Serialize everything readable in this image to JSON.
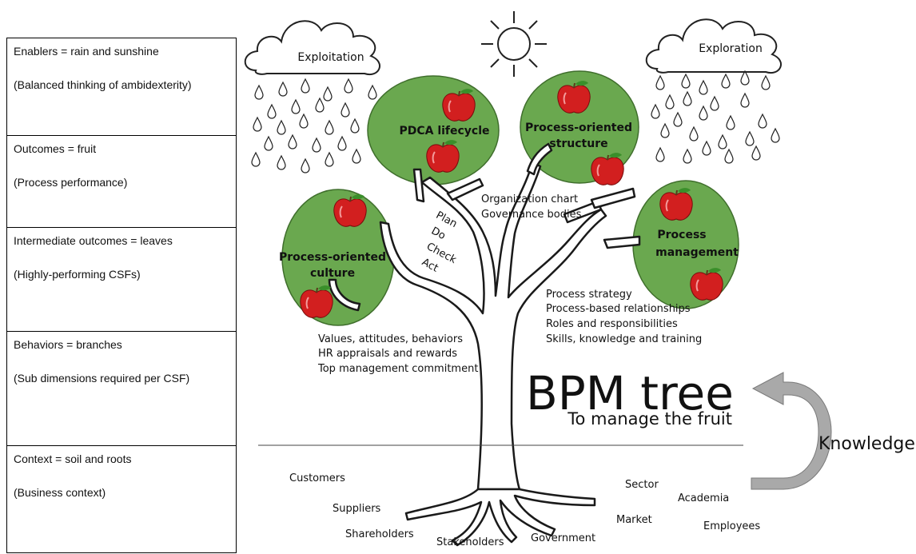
{
  "legend": [
    {
      "title": "Enablers =  rain and sunshine",
      "sub": "(Balanced thinking of ambidexterity)"
    },
    {
      "title": "Outcomes = fruit",
      "sub": "(Process performance)"
    },
    {
      "title": "Intermediate outcomes = leaves",
      "sub": "(Highly-performing CSFs)"
    },
    {
      "title": "Behaviors = branches",
      "sub": "(Sub dimensions required per CSF)"
    },
    {
      "title": "Context = soil and roots",
      "sub": "(Business context)"
    }
  ],
  "clouds": {
    "left": "Exploitation",
    "right": "Exploration"
  },
  "csfs": {
    "pdca": "PDCA lifecycle",
    "structure_line1": "Process-oriented",
    "structure_line2": "structure",
    "culture_line1": "Process-oriented",
    "culture_line2": "culture",
    "management_line1": "Process",
    "management_line2": "management"
  },
  "branch_labels": {
    "pdca": [
      "Plan",
      "Do",
      "Check",
      "Act"
    ],
    "structure": [
      "Organization chart",
      "Governance bodies"
    ],
    "culture": [
      "Values, attitudes, behaviors",
      "HR appraisals and rewards",
      "Top management commitment"
    ],
    "management": [
      "Process strategy",
      "Process-based relationships",
      "Roles and responsibilities",
      "Skills, knowledge and training"
    ]
  },
  "title": {
    "main": "BPM tree",
    "sub": "To manage the fruit"
  },
  "knowledge": "Knowledge",
  "context": {
    "customers": "Customers",
    "suppliers": "Suppliers",
    "shareholders": "Shareholders",
    "stakeholders": "Stakeholders",
    "government": "Government",
    "sector": "Sector",
    "market": "Market",
    "academia": "Academia",
    "employees": "Employees"
  },
  "colors": {
    "leaf": "#6aa84f",
    "apple": "#d21f1f",
    "apple_leaf": "#3a8f2a"
  }
}
